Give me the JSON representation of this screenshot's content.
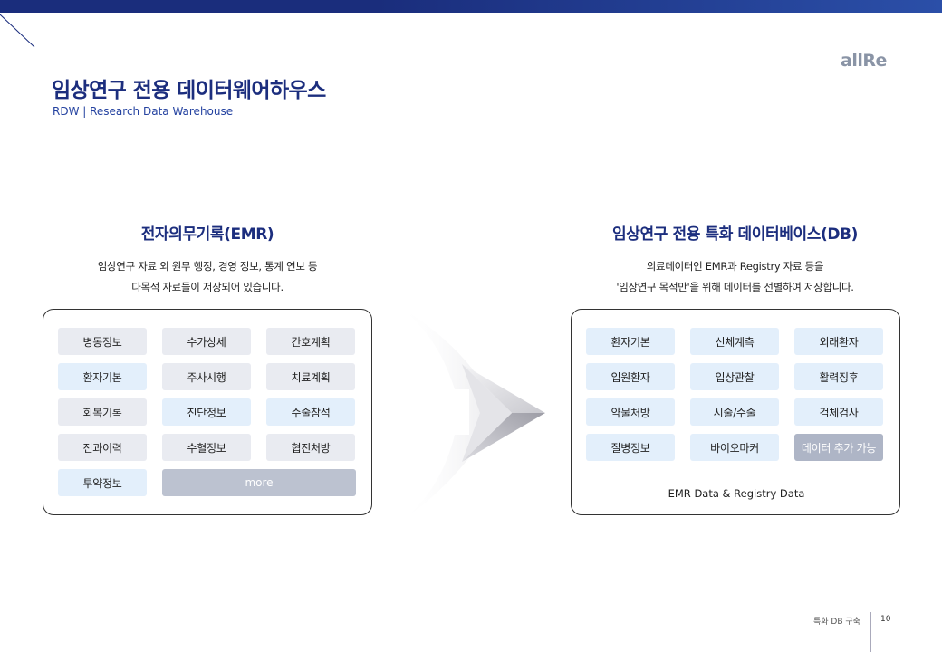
{
  "header": {
    "title": "임상연구 전용 데이터웨어하우스",
    "subtitle": "RDW | Research Data Warehouse",
    "logo": "allRe"
  },
  "left": {
    "title": "전자의무기록(EMR)",
    "desc_line1": "임상연구 자료 외 원무 행정, 경영 정보, 통계 연보 등",
    "desc_line2": "다목적 자료들이 저장되어 있습니다.",
    "chips": [
      {
        "label": "병동정보",
        "style": "gray"
      },
      {
        "label": "수가상세",
        "style": "gray"
      },
      {
        "label": "간호계획",
        "style": "gray"
      },
      {
        "label": "환자기본",
        "style": "blue"
      },
      {
        "label": "주사시행",
        "style": "gray"
      },
      {
        "label": "치료계획",
        "style": "gray"
      },
      {
        "label": "회복기록",
        "style": "gray"
      },
      {
        "label": "진단정보",
        "style": "blue"
      },
      {
        "label": "수술참석",
        "style": "blue"
      },
      {
        "label": "전과이력",
        "style": "gray"
      },
      {
        "label": "수혈정보",
        "style": "gray"
      },
      {
        "label": "협진처방",
        "style": "gray"
      },
      {
        "label": "투약정보",
        "style": "blue"
      }
    ],
    "more_label": "more"
  },
  "right": {
    "title": "임상연구 전용 특화 데이터베이스(DB)",
    "desc_line1": "의료데이터인 EMR과 Registry 자료 등을",
    "desc_line2": "'임상연구 목적만'을 위해 데이터를 선별하여 저장합니다.",
    "chips": [
      {
        "label": "환자기본",
        "style": "blue"
      },
      {
        "label": "신체계측",
        "style": "blue"
      },
      {
        "label": "외래환자",
        "style": "blue"
      },
      {
        "label": "입원환자",
        "style": "blue"
      },
      {
        "label": "입상관찰",
        "style": "blue"
      },
      {
        "label": "활력징후",
        "style": "blue"
      },
      {
        "label": "약물처방",
        "style": "blue"
      },
      {
        "label": "시술/수술",
        "style": "blue"
      },
      {
        "label": "검체검사",
        "style": "blue"
      },
      {
        "label": "질병정보",
        "style": "blue"
      },
      {
        "label": "바이오마커",
        "style": "blue"
      },
      {
        "label": "데이터 추가 가능",
        "style": "dark"
      }
    ],
    "footer_label": "EMR Data & Registry Data"
  },
  "footer": {
    "section": "특화 DB 구축",
    "page": "10"
  }
}
